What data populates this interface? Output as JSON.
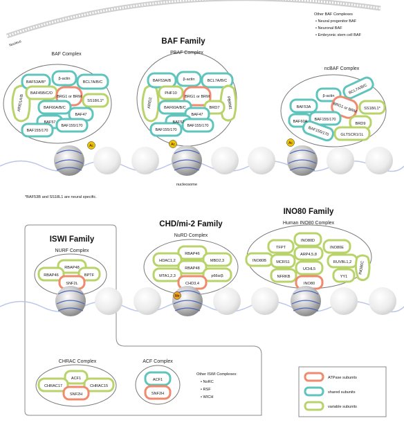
{
  "nucleus_label": "Nucleus",
  "other_baf": {
    "title": "Other BAF Complexes",
    "items": [
      "• Neural progenitor BAF",
      "• Neuronal BAF",
      "• Embryonic stem cell BAF"
    ]
  },
  "baf_family": {
    "title": "BAF Family",
    "complexes": {
      "baf": {
        "name": "BAF Complex",
        "subunits": [
          "BAF53A/B*",
          "β-actin",
          "BCL7A/B/C",
          "BAF45B/C/D",
          "BRG1 or BRM",
          "SS18/L1*",
          "ARID1A/B",
          "BAF60A/B/C",
          "BAF47",
          "BAF57",
          "BAF155/170",
          "BAF155/170"
        ]
      },
      "pbaf": {
        "name": "PBAF Complex",
        "subunits": [
          "BAF53A/B",
          "β-actin",
          "BCL7A/B/C",
          "PHF10",
          "BRG1 or BRM",
          "PBRM1",
          "ARID2",
          "BAF60A/B/C",
          "BRD7",
          "BAF47",
          "BAF57",
          "BAF155/170",
          "BAF155/170"
        ]
      },
      "ncbaf": {
        "name": "ncBAF Complex",
        "subunits": [
          "β-actin",
          "BCL7A/B/C",
          "BAF53A",
          "BRG1 or BRM",
          "SS18/L1*",
          "BAF60A",
          "BAF155/170",
          "BRD9",
          "BAF155/170",
          "GLTSCR1/1L"
        ]
      }
    },
    "ac_label": "Ac",
    "nucleosome_label": "nucleosome",
    "footnote": "*BAF53B and SS18L1 are neural specific."
  },
  "iswi_family": {
    "title": "ISWI Family",
    "complexes": {
      "nurf": {
        "name": "NURF Complex",
        "subunits": [
          "RBAP48",
          "RBAP46",
          "BPTF",
          "SNF2L"
        ]
      },
      "chrac": {
        "name": "CHRAC Complex",
        "subunits": [
          "ACF1",
          "CHRAC17",
          "CHRAC15",
          "SNF2H"
        ]
      },
      "acf": {
        "name": "ACF Complex",
        "subunits": [
          "ACF1",
          "SNF2H"
        ]
      }
    },
    "other": {
      "title": "Other ISWI Complexes:",
      "items": [
        "• NoRC",
        "• RSF",
        "• WICH"
      ]
    }
  },
  "chd_family": {
    "title": "CHD/mi-2 Family",
    "complexes": {
      "nurd": {
        "name": "NuRD Complex",
        "subunits": [
          "RBAP46",
          "HDAC1,2",
          "MBD2,3",
          "RBAP48",
          "MTA1,2,3",
          "p66α/β",
          "CHD3,4"
        ]
      }
    },
    "me_label": "Me"
  },
  "ino80_family": {
    "title": "INO80 Family",
    "complexes": {
      "ino80": {
        "name": "Human INO80 Complex",
        "subunits": [
          "INO80D",
          "TFPT",
          "INO80E",
          "ARP4,5,8",
          "INO80B",
          "MCRS1",
          "RUVBL1,2",
          "UCHL5",
          "INO80C",
          "NFRKB",
          "YY1",
          "INO80"
        ]
      }
    }
  },
  "legend": {
    "items": [
      {
        "label": "ATPase subunits",
        "color": "#f08a6e"
      },
      {
        "label": "shared subunits",
        "color": "#5fc4bc"
      },
      {
        "label": "variable subunits",
        "color": "#b8d36a"
      }
    ]
  },
  "colors": {
    "atpase": "#f08a6e",
    "shared": "#5fc4bc",
    "variable": "#b8d36a",
    "ac_badge": "#f2c200",
    "me_badge": "#f0a020"
  }
}
